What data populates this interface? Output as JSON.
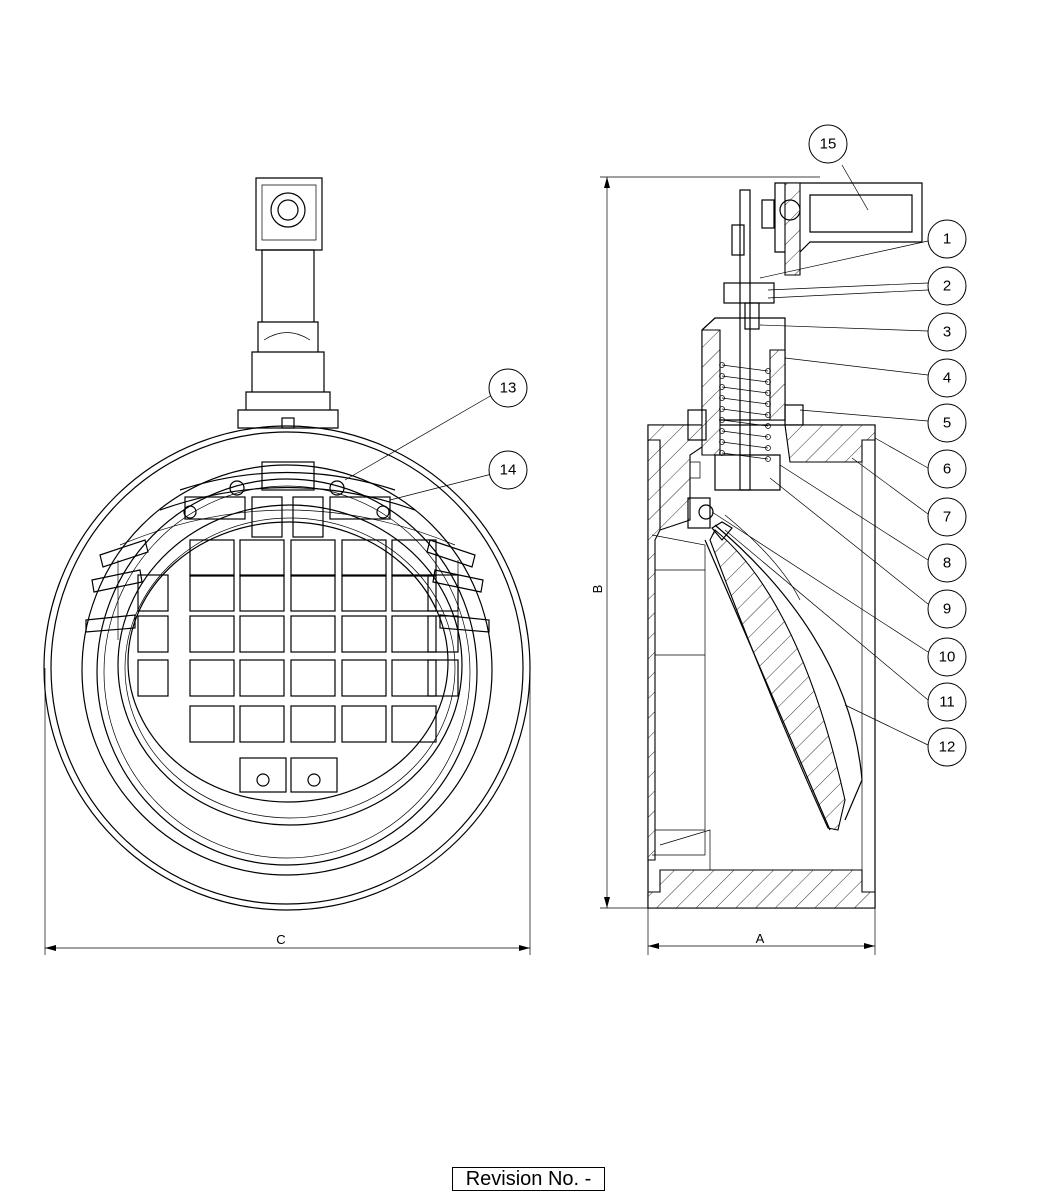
{
  "dimensions": {
    "width_label": "C",
    "height_label": "B",
    "length_label": "A"
  },
  "balloons": [
    {
      "id": "1"
    },
    {
      "id": "2"
    },
    {
      "id": "3"
    },
    {
      "id": "4"
    },
    {
      "id": "5"
    },
    {
      "id": "6"
    },
    {
      "id": "7"
    },
    {
      "id": "8"
    },
    {
      "id": "9"
    },
    {
      "id": "10"
    },
    {
      "id": "11"
    },
    {
      "id": "12"
    },
    {
      "id": "13"
    },
    {
      "id": "14"
    },
    {
      "id": "15"
    }
  ],
  "revision": {
    "label": "Revision No. -"
  }
}
